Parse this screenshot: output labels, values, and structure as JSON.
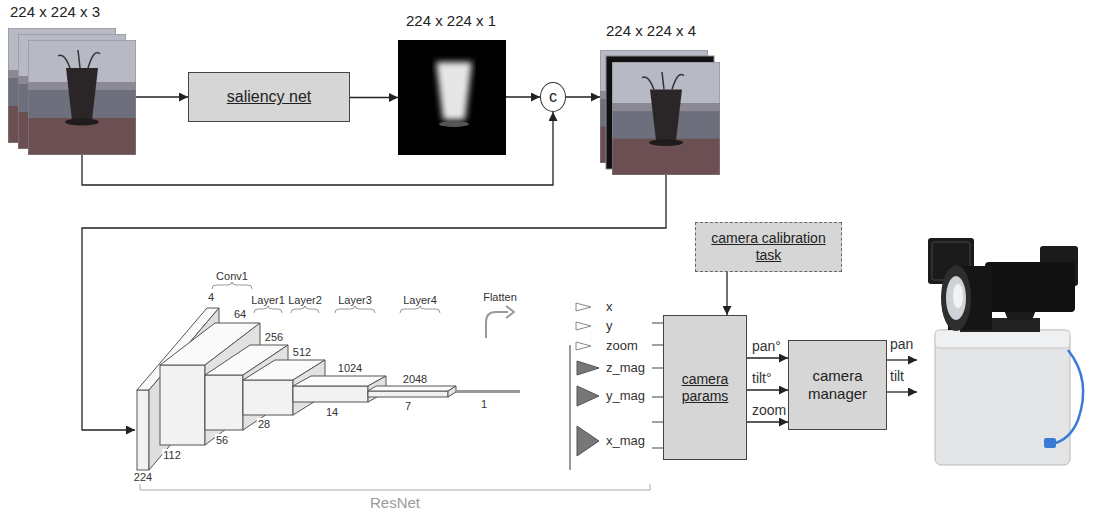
{
  "diagram": {
    "nodes": [
      {
        "text": [
          "224 x 224 x 3"
        ]
      },
      {
        "text": [
          "saliency net"
        ]
      },
      {
        "text": [
          "224 x 224 x 1"
        ]
      },
      {
        "text": [
          "c"
        ]
      },
      {
        "text": [
          "224 x 224 x 4"
        ]
      },
      {
        "text": [
          "ResNet"
        ]
      },
      {
        "text": [
          "camera calibration task"
        ]
      },
      {
        "text": [
          "camera params"
        ]
      },
      {
        "text": [
          "camera manager"
        ]
      }
    ],
    "edges": [
      {
        "from": 0,
        "to": 1,
        "arrow": "to"
      },
      {
        "from": 1,
        "to": 2,
        "arrow": "to"
      },
      {
        "from": 2,
        "to": 3,
        "arrow": "to"
      },
      {
        "from": 0,
        "to": 3,
        "arrow": "to"
      },
      {
        "from": 3,
        "to": 4,
        "arrow": "to"
      },
      {
        "from": 4,
        "to": 5,
        "arrow": "to"
      },
      {
        "from": 6,
        "to": 7,
        "arrow": "to"
      },
      {
        "from": 7,
        "to": 8,
        "label": "pan°",
        "arrow": "to"
      },
      {
        "from": 7,
        "to": 8,
        "label": "tilt°",
        "arrow": "to"
      },
      {
        "from": 7,
        "to": 8,
        "label": "zoom",
        "arrow": "to"
      }
    ],
    "labels": [
      "Conv1",
      "4",
      "64",
      "Layer1",
      "256",
      "Layer2",
      "512",
      "Layer3",
      "1024",
      "Layer4",
      "2048",
      "224",
      "112",
      "56",
      "28",
      "14",
      "7",
      "1",
      "Flatten",
      "x",
      "y",
      "zoom",
      "z_mag",
      "y_mag",
      "x_mag",
      "pan",
      "tilt"
    ]
  }
}
